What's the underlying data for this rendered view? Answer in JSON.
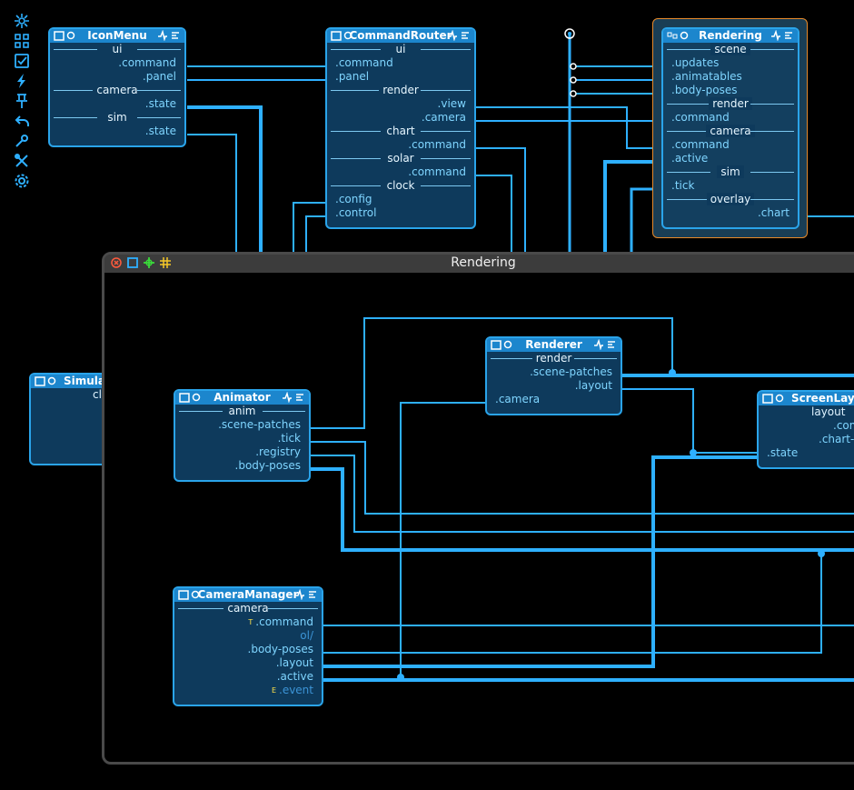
{
  "toolbar": [
    "graph-icon",
    "grid-icon",
    "checkbox-icon",
    "bolt-icon",
    "pin-icon",
    "undo-icon",
    "wrench-icon",
    "tools-icon",
    "gear-icon"
  ],
  "nodes": {
    "iconmenu": {
      "title": "IconMenu",
      "s_ui": "ui",
      "command": ".command",
      "panel": ".panel",
      "s_camera": "camera",
      "state1": ".state",
      "s_sim": "sim",
      "state2": ".state"
    },
    "router": {
      "title": "CommandRouter",
      "s_ui": "ui",
      "command": ".command",
      "panel": ".panel",
      "s_render": "render",
      "view": ".view",
      "camera": ".camera",
      "s_chart": "chart",
      "chart_command": ".command",
      "s_solar": "solar",
      "solar_command": ".command",
      "s_clock": "clock",
      "config": ".config",
      "control": ".control"
    },
    "rendering": {
      "title": "Rendering",
      "s_scene": "scene",
      "updates": ".updates",
      "animatables": ".animatables",
      "body_poses": ".body-poses",
      "s_render": "render",
      "render_command": ".command",
      "s_camera": "camera",
      "camera_command": ".command",
      "active": ".active",
      "s_sim": "sim",
      "tick": ".tick",
      "s_overlay": "overlay",
      "chart": ".chart"
    },
    "simulat": {
      "title": "Simulat",
      "s_cl": "cl"
    },
    "animator": {
      "title": "Animator",
      "s_anim": "anim",
      "scene_patches": ".scene-patches",
      "tick": ".tick",
      "registry": ".registry",
      "body_poses": ".body-poses"
    },
    "renderer": {
      "title": "Renderer",
      "s_render": "render",
      "scene_patches": ".scene-patches",
      "layout": ".layout",
      "camera": ".camera"
    },
    "screenlayout": {
      "title": "ScreenLayou",
      "s_layout": "layout",
      "com": ".com",
      "chart_o": ".chart-o",
      "state": ".state"
    },
    "cameramanager": {
      "title": "CameraManager",
      "s_camera": "camera",
      "command_tag": "T",
      "command": ".command",
      "ol": "ol/",
      "body_poses": ".body-poses",
      "layout": ".layout",
      "active": ".active",
      "event_tag": "E",
      "event": ".event"
    }
  },
  "group": {
    "title": "Rendering"
  },
  "colors": {
    "wire": "#2eb0ff",
    "node_bg": "#0e3a5c",
    "node_border": "#2aa4ea",
    "header": "#1c86cd",
    "selection": "#e88a2a"
  }
}
